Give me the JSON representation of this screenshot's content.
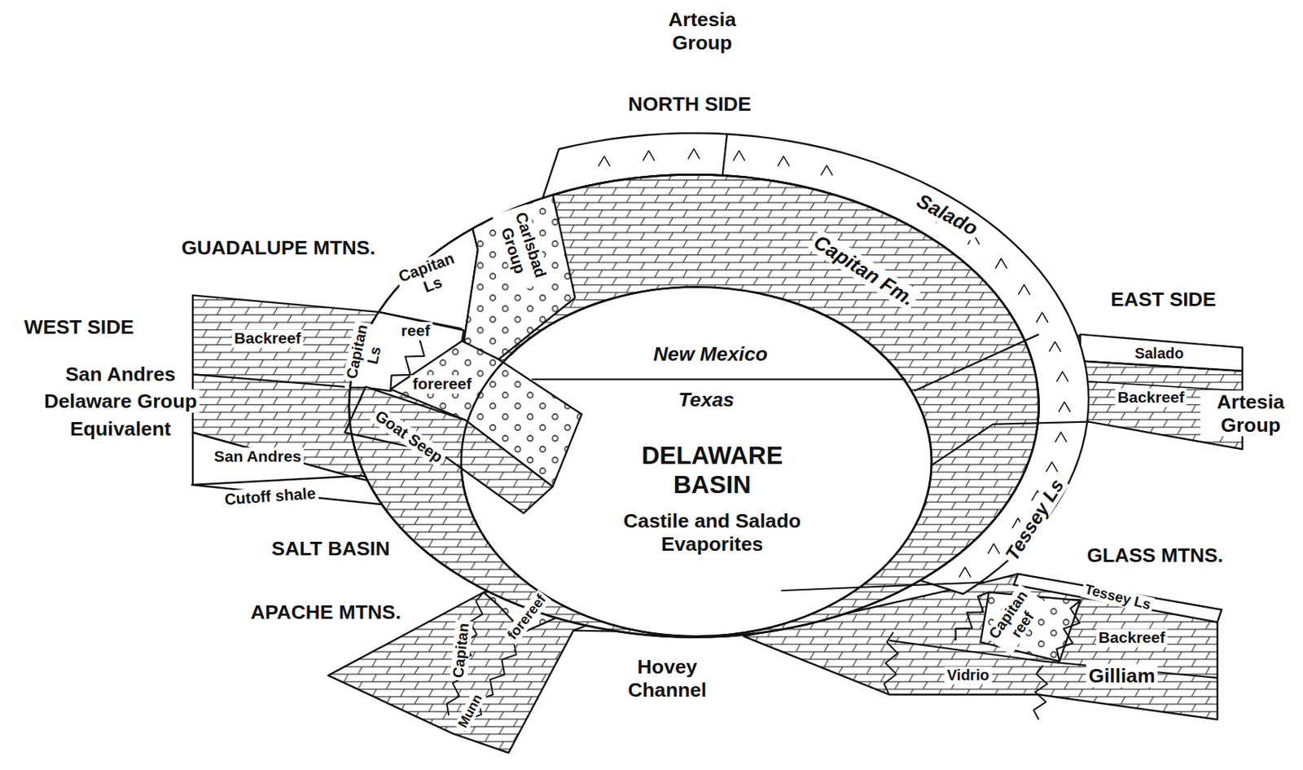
{
  "diagram": {
    "labels": [
      "Artesia Group",
      "NORTH SIDE",
      "Salado",
      "Capitan Fm.",
      "GUADALUPE MTNS.",
      "Capitan Ls",
      "Carlsbad Group",
      "WEST SIDE",
      "Backreef",
      "reef",
      "Capitan Ls",
      "forereef",
      "San Andres",
      "Delaware Group",
      "Equivalent",
      "New Mexico",
      "Texas",
      "EAST SIDE",
      "Salado",
      "Backreef",
      "Artesia Group",
      "Goat Seep",
      "San Andres",
      "Cutoff shale",
      "DELAWARE BASIN",
      "Castile and Salado Evaporites",
      "Tessey Ls",
      "SALT BASIN",
      "GLASS MTNS.",
      "APACHE MTNS.",
      "Capitan",
      "forereef",
      "Munn",
      "Hovey Channel",
      "Tessey Ls",
      "Capitan reef",
      "Backreef",
      "Vidrio",
      "Gilliam"
    ]
  }
}
